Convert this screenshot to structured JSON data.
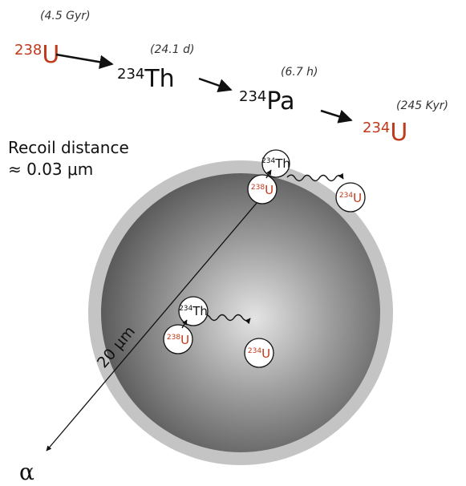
{
  "colors": {
    "uranium": "#c0391b",
    "text": "#111111",
    "half_life": "#333333",
    "sphere_light": "#e4e4e4",
    "sphere_dark": "#4a4a4a",
    "rim": "#c4c4c4"
  },
  "decay_chain": {
    "u238": {
      "mass": "238",
      "symbol": "U",
      "half_life": "(4.5 Gyr)"
    },
    "th234": {
      "mass": "234",
      "symbol": "Th",
      "half_life": "(24.1 d)"
    },
    "pa234": {
      "mass": "234",
      "symbol": "Pa",
      "half_life": "(6.7 h)"
    },
    "u234": {
      "mass": "234",
      "symbol": "U",
      "half_life": "(245 Kyr)"
    }
  },
  "recoil": {
    "line1": "Recoil distance",
    "line2": "≈ 0.03 μm"
  },
  "grain": {
    "diameter_label": "20 μm",
    "alpha_label": "α"
  },
  "surface_event": {
    "parent": {
      "mass": "238",
      "symbol": "U"
    },
    "recoil": {
      "mass": "234",
      "symbol": "Th"
    },
    "daughter": {
      "mass": "234",
      "symbol": "U"
    }
  },
  "interior_event": {
    "parent": {
      "mass": "238",
      "symbol": "U"
    },
    "recoil": {
      "mass": "234",
      "symbol": "Th"
    },
    "daughter": {
      "mass": "234",
      "symbol": "U"
    }
  }
}
